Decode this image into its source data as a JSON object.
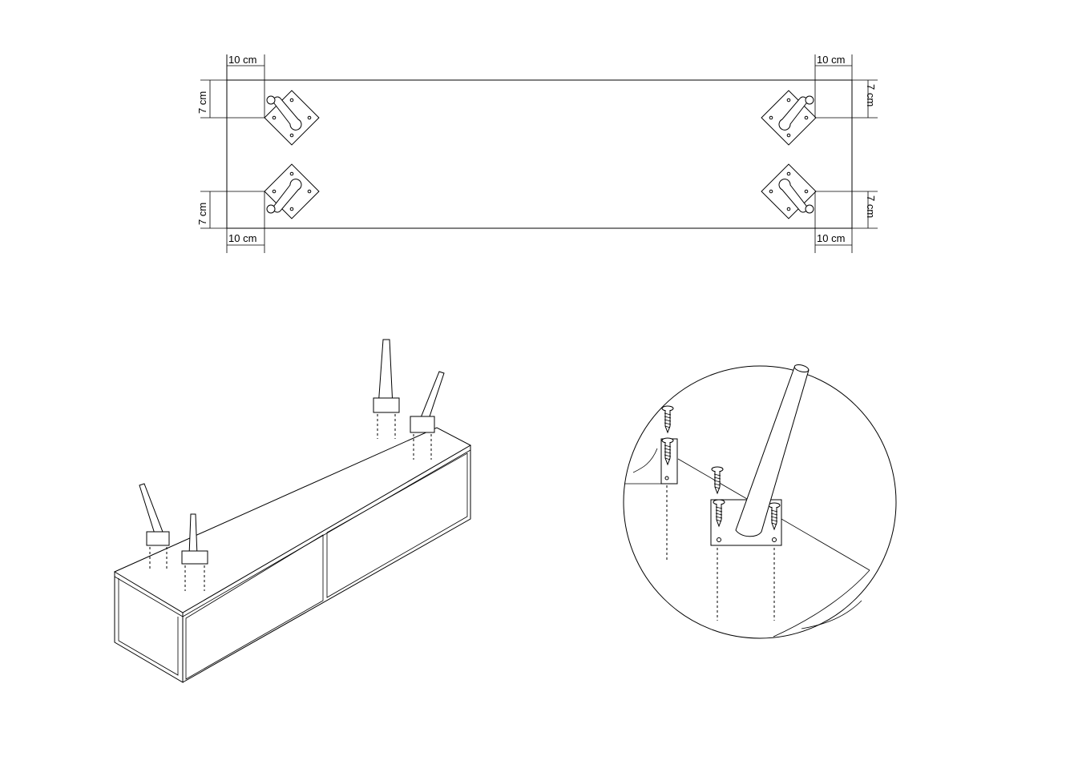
{
  "dimensions": {
    "top_left_width": "10 cm",
    "top_right_width": "10 cm",
    "bottom_left_width": "10 cm",
    "bottom_right_width": "10 cm",
    "upper_left_height": "7 cm",
    "upper_right_height": "7 cm",
    "lower_left_height": "7 cm",
    "lower_right_height": "7 cm"
  },
  "colors": {
    "line": "#000000",
    "background": "#ffffff"
  }
}
